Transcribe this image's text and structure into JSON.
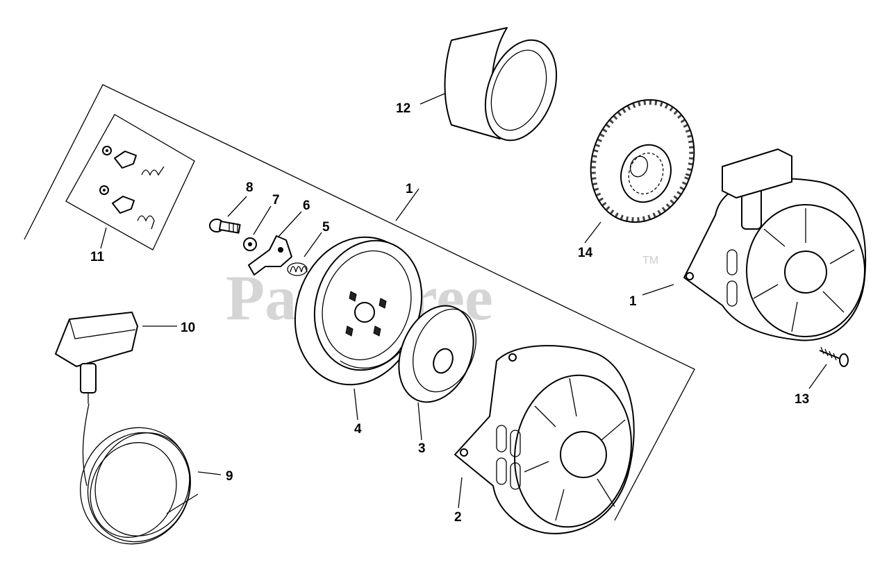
{
  "watermark": {
    "text": "PartsTree",
    "tm": "TM"
  },
  "callouts": [
    {
      "id": "lbl-1a",
      "text": "1"
    },
    {
      "id": "lbl-1b",
      "text": "1"
    },
    {
      "id": "lbl-2",
      "text": "2"
    },
    {
      "id": "lbl-3",
      "text": "3"
    },
    {
      "id": "lbl-4",
      "text": "4"
    },
    {
      "id": "lbl-5",
      "text": "5"
    },
    {
      "id": "lbl-6",
      "text": "6"
    },
    {
      "id": "lbl-7",
      "text": "7"
    },
    {
      "id": "lbl-8",
      "text": "8"
    },
    {
      "id": "lbl-9",
      "text": "9"
    },
    {
      "id": "lbl-10",
      "text": "10"
    },
    {
      "id": "lbl-11",
      "text": "11"
    },
    {
      "id": "lbl-12",
      "text": "12"
    },
    {
      "id": "lbl-13",
      "text": "13"
    },
    {
      "id": "lbl-14",
      "text": "14"
    }
  ]
}
